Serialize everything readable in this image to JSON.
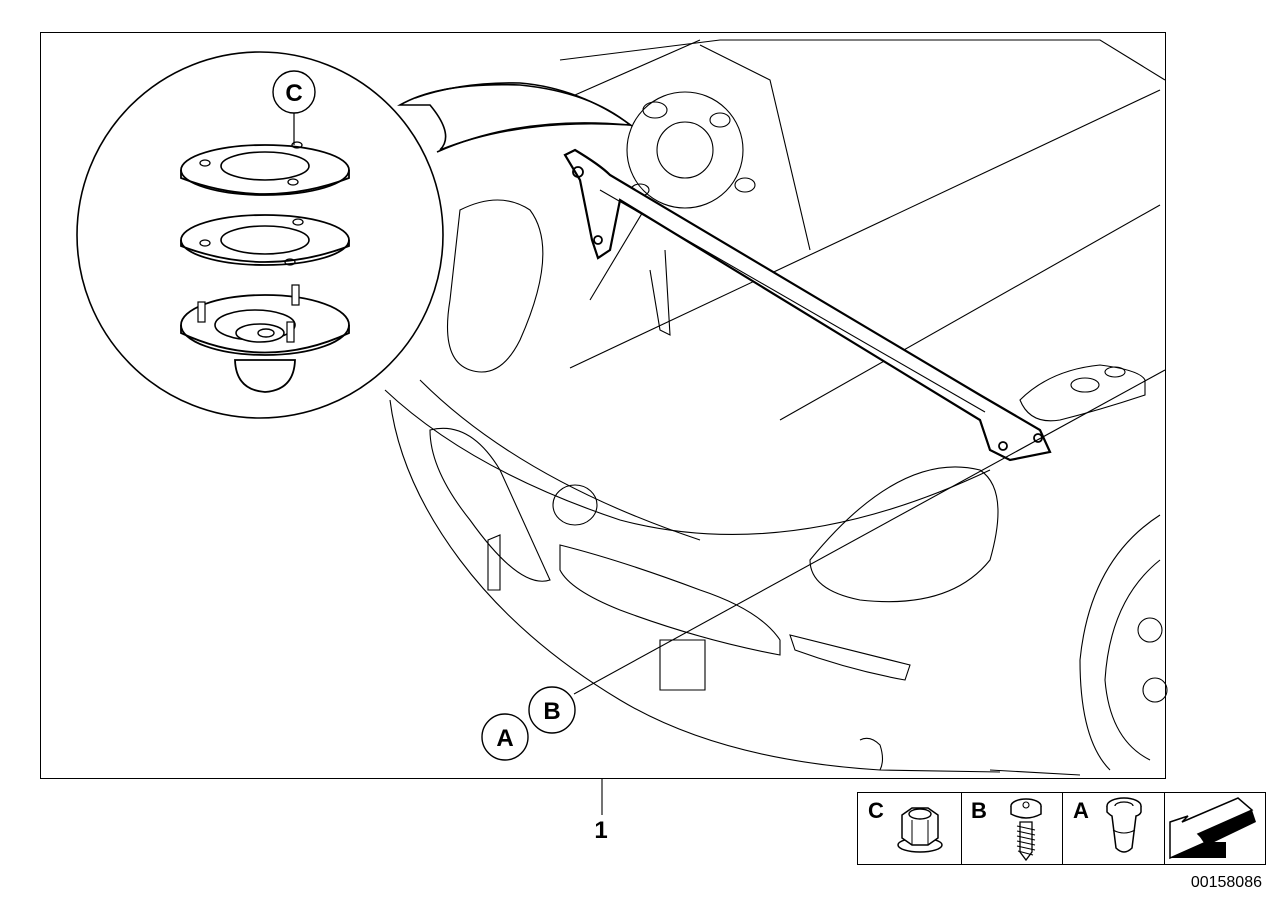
{
  "callouts": {
    "a": "A",
    "b": "B",
    "c": "C"
  },
  "part_number_label": "1",
  "legend": {
    "items": [
      {
        "letter": "C",
        "icon": "hex-flange-nut-icon"
      },
      {
        "letter": "B",
        "icon": "screw-icon"
      },
      {
        "letter": "A",
        "icon": "rivet-nut-icon"
      }
    ],
    "arrow_icon": "direction-arrow-icon"
  },
  "image_id_text": "00158086"
}
